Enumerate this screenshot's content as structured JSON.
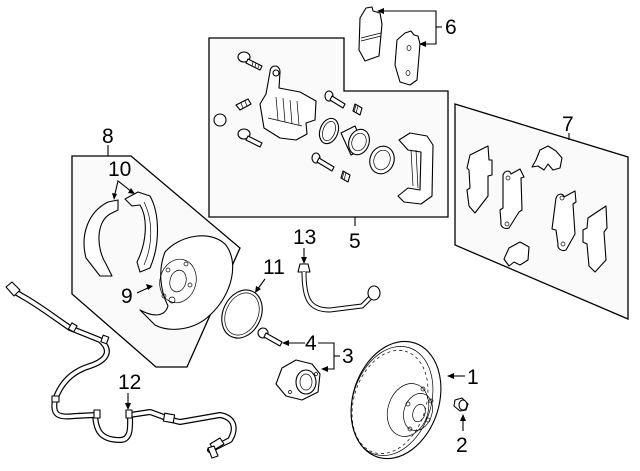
{
  "diagram": {
    "title": "Rear brake components exploded view",
    "background_color": "#ffffff",
    "line_color": "#000000",
    "panel_fill": "#fafafa",
    "callouts": [
      {
        "id": "1",
        "label": "1",
        "part": "brake rotor"
      },
      {
        "id": "2",
        "label": "2",
        "part": "rotor screw"
      },
      {
        "id": "3",
        "label": "3",
        "part": "hub and bearing assembly"
      },
      {
        "id": "4",
        "label": "4",
        "part": "hub bolt"
      },
      {
        "id": "5",
        "label": "5",
        "part": "caliper assembly"
      },
      {
        "id": "6",
        "label": "6",
        "part": "brake pads"
      },
      {
        "id": "7",
        "label": "7",
        "part": "pad hardware kit"
      },
      {
        "id": "8",
        "label": "8",
        "part": "parking brake assembly"
      },
      {
        "id": "9",
        "label": "9",
        "part": "backing plate / splash shield"
      },
      {
        "id": "10",
        "label": "10",
        "part": "parking brake shoes"
      },
      {
        "id": "11",
        "label": "11",
        "part": "seal ring"
      },
      {
        "id": "12",
        "label": "12",
        "part": "ABS wheel speed sensor"
      },
      {
        "id": "13",
        "label": "13",
        "part": "brake hose"
      }
    ]
  }
}
